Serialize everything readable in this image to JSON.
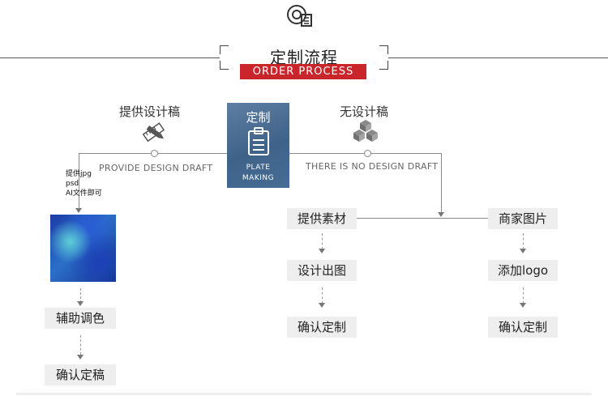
{
  "header": {
    "title": "定制流程",
    "subtitle": "ORDER PROCESS"
  },
  "left_branch": {
    "label_cn": "提供设计稿",
    "label_en": "PROVIDE DESIGN DRAFT",
    "note_lines": [
      "提供jpg",
      "psd",
      "AI文件即可"
    ],
    "steps": [
      "辅助调色",
      "确认定稿"
    ]
  },
  "center": {
    "title": "定制",
    "subtitle_line1": "PLATE",
    "subtitle_line2": "MAKING"
  },
  "right_branch": {
    "label_cn": "无设计稿",
    "label_en": "THERE IS NO DESIGN DRAFT",
    "column_a": [
      "提供素材",
      "设计出图",
      "确认定制"
    ],
    "column_b": [
      "商家图片",
      "添加logo",
      "确认定制"
    ]
  },
  "colors": {
    "accent": "#c9262b",
    "plate": "#4b6f96",
    "chip": "#eeeeee"
  },
  "icons": [
    "camera-icon",
    "pencil-ruler-icon",
    "clipboard-icon",
    "cubes-icon"
  ]
}
